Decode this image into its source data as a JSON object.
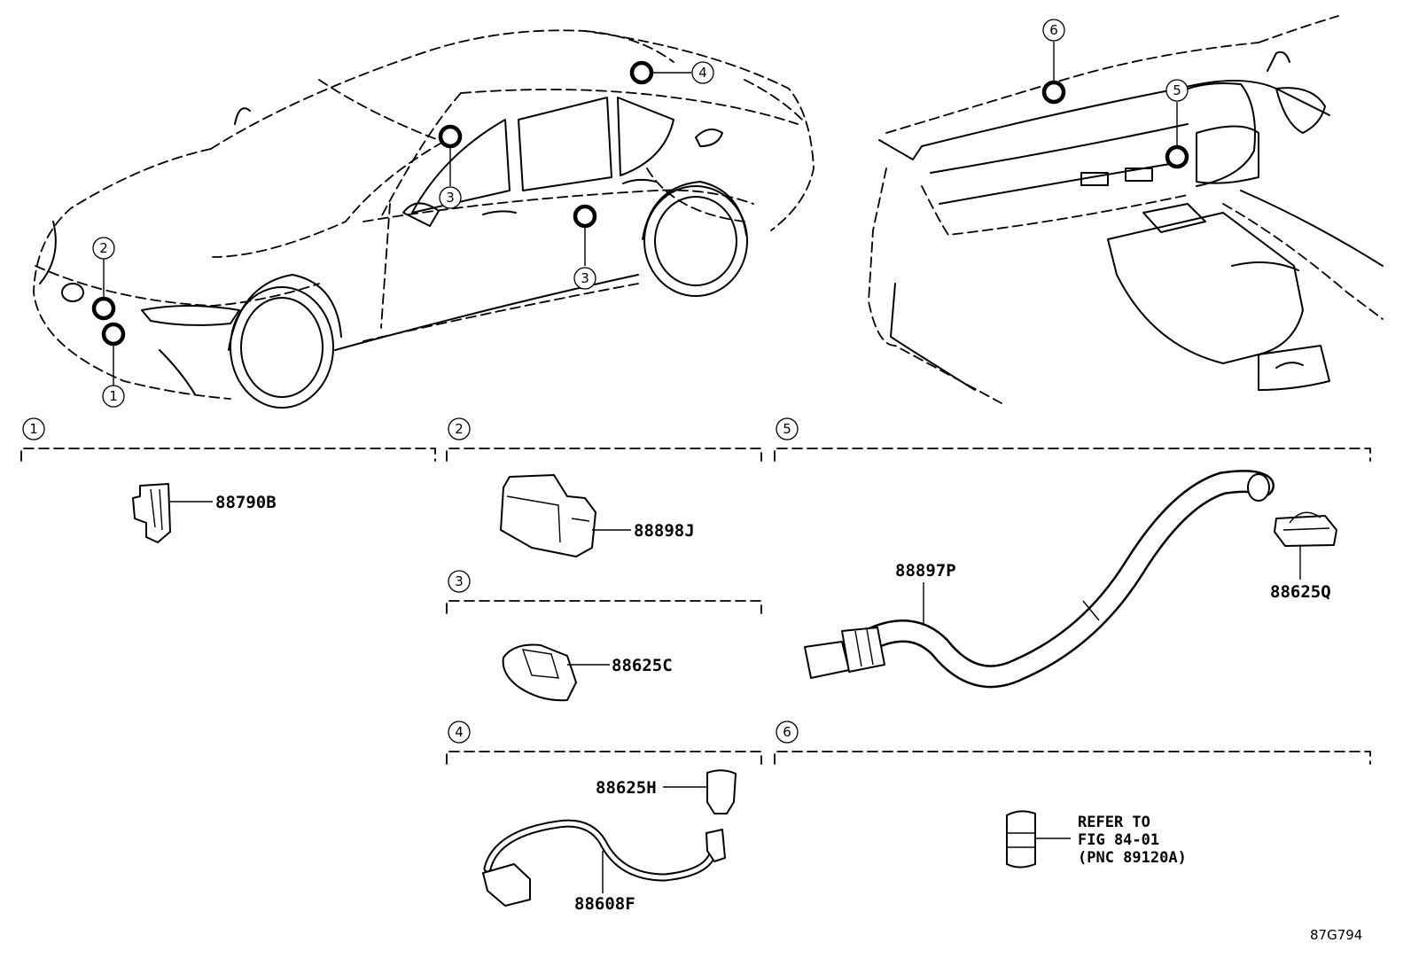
{
  "callouts": {
    "c1": "1",
    "c2": "2",
    "c3": "3",
    "c4": "4",
    "c5": "5",
    "c6": "6"
  },
  "sections": {
    "s1": {
      "number": "1",
      "parts": [
        "88790B"
      ]
    },
    "s2": {
      "number": "2",
      "parts": [
        "88898J"
      ]
    },
    "s3": {
      "number": "3",
      "parts": [
        "88625C"
      ]
    },
    "s4": {
      "number": "4",
      "parts": [
        "88625H",
        "88608F"
      ]
    },
    "s5": {
      "number": "5",
      "parts": [
        "88897P",
        "88625Q"
      ]
    },
    "s6": {
      "number": "6",
      "refer": [
        "REFER TO",
        "FIG 84-01",
        "(PNC 89120A)"
      ]
    }
  },
  "figure_code": "87G794"
}
